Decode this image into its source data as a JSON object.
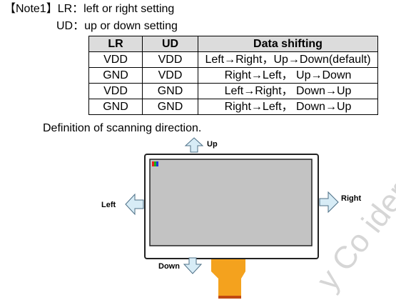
{
  "note": {
    "prefix": "【Note1】",
    "lr_line": "LR：left or right setting",
    "ud_line": "UD：up or down setting"
  },
  "table": {
    "headers": [
      "LR",
      "UD",
      "Data shifting"
    ],
    "rows": [
      [
        "VDD",
        "VDD",
        "Left→Right，Up→Down(default)"
      ],
      [
        "GND",
        "VDD",
        "Right→Left， Up→Down"
      ],
      [
        "VDD",
        "GND",
        "Left→Right， Down→Up"
      ],
      [
        "GND",
        "GND",
        "Right→Left， Down→Up"
      ]
    ]
  },
  "definition": "Definition of scanning direction.",
  "directions": {
    "up": "Up",
    "down": "Down",
    "left": "Left",
    "right": "Right"
  },
  "watermark": "y Co  ider",
  "colors": {
    "panel_frame": "#ffffff",
    "panel_screen": "#c3c3c3",
    "arrow_fill": "#d7ecf6",
    "arrow_stroke": "#4d6f86",
    "fpc": "#f4a21e",
    "fpc_contact": "#c14a12",
    "pixel_red": "#ee1c1c",
    "pixel_green": "#18b418",
    "pixel_blue": "#2233dd"
  }
}
